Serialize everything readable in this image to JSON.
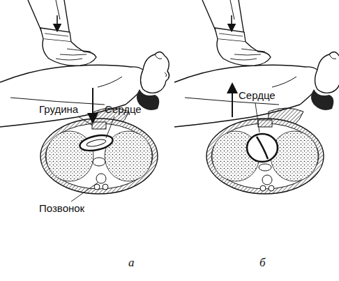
{
  "diagram": {
    "labels": [
      "Грудина",
      "Сердце",
      "Позвонок",
      "Сердце",
      "а",
      "б"
    ]
  }
}
